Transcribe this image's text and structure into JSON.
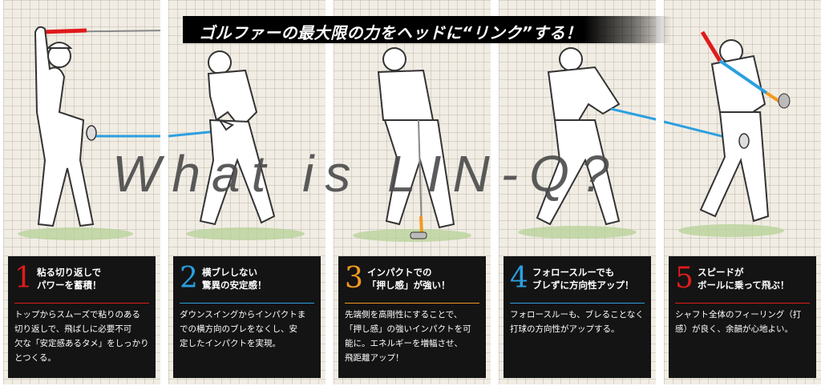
{
  "banner": {
    "text": "ゴルファーの最大限の力をヘッドに“リンク”する！"
  },
  "watermark": "What is LIN-Q?",
  "colors": {
    "red": "#e01b1b",
    "blue": "#2b9fe0",
    "orange": "#f29a1e",
    "card_bg": "#141414"
  },
  "panels": [
    {
      "number": "1",
      "number_color": "#e01b1b",
      "headline": [
        "粘る切り返しで",
        "パワーを蓄積！"
      ],
      "body": [
        "トップからスムーズで粘りのある",
        "切り返しで、飛ばしに必要不可",
        "欠な「安定感あるタメ」をしっかり",
        "とつくる。"
      ]
    },
    {
      "number": "2",
      "number_color": "#2b9fe0",
      "headline": [
        "横ブレしない",
        "驚異の安定感！"
      ],
      "body": [
        "ダウンスイングからインパクトま",
        "での横方向のブレをなくし、安",
        "定したインパクトを実現。"
      ]
    },
    {
      "number": "3",
      "number_color": "#f29a1e",
      "headline": [
        "インパクトでの",
        "「押し感」が強い！"
      ],
      "body": [
        "先端側を高剛性にすることで、",
        "「押し感」の強いインパクトを可",
        "能に。エネルギーを増幅させ、",
        "飛距離アップ！"
      ]
    },
    {
      "number": "4",
      "number_color": "#2b9fe0",
      "headline": [
        "フォロースルーでも",
        "ブレずに方向性アップ！"
      ],
      "body": [
        "フォロースルーも、ブレることなく",
        "打球の方向性がアップする。"
      ]
    },
    {
      "number": "5",
      "number_color": "#e01b1b",
      "headline": [
        "スピードが",
        "ボールに乗って飛ぶ！"
      ],
      "body": [
        "シャフト全体のフィーリング（打",
        "感）が良く、余韻が心地よい。"
      ]
    }
  ]
}
